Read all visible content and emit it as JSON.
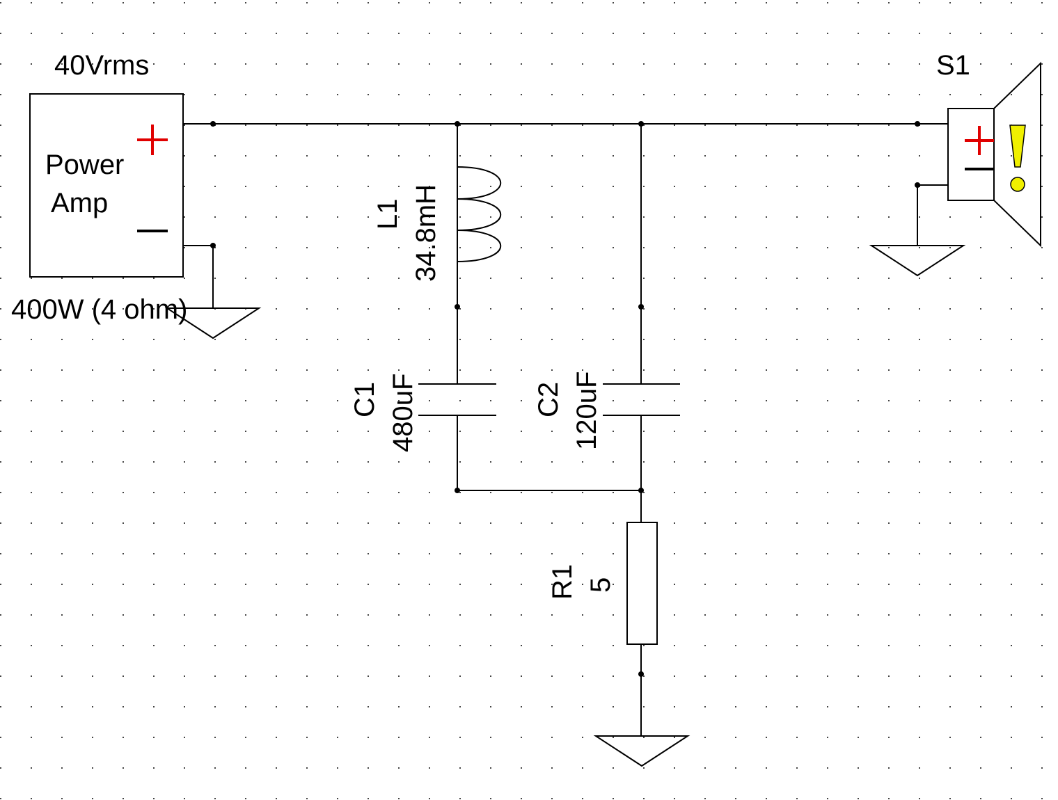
{
  "amplifier": {
    "voltage": "40Vrms",
    "line1": "Power",
    "line2": "Amp",
    "rating": "400W (4 ohm)",
    "plus": "+",
    "minus": "—",
    "plus_color": "#e00000"
  },
  "speaker": {
    "ref": "S1",
    "plus": "+",
    "minus": "—",
    "plus_color": "#e00000",
    "warning_color": "#f0f000",
    "warning_icon": "exclamation-warning-icon"
  },
  "inductor_L1": {
    "ref": "L1",
    "value": "34.8mH"
  },
  "capacitor_C1": {
    "ref": "C1",
    "value": "480uF"
  },
  "capacitor_C2": {
    "ref": "C2",
    "value": "120uF"
  },
  "resistor_R1": {
    "ref": "R1",
    "value": "5"
  }
}
